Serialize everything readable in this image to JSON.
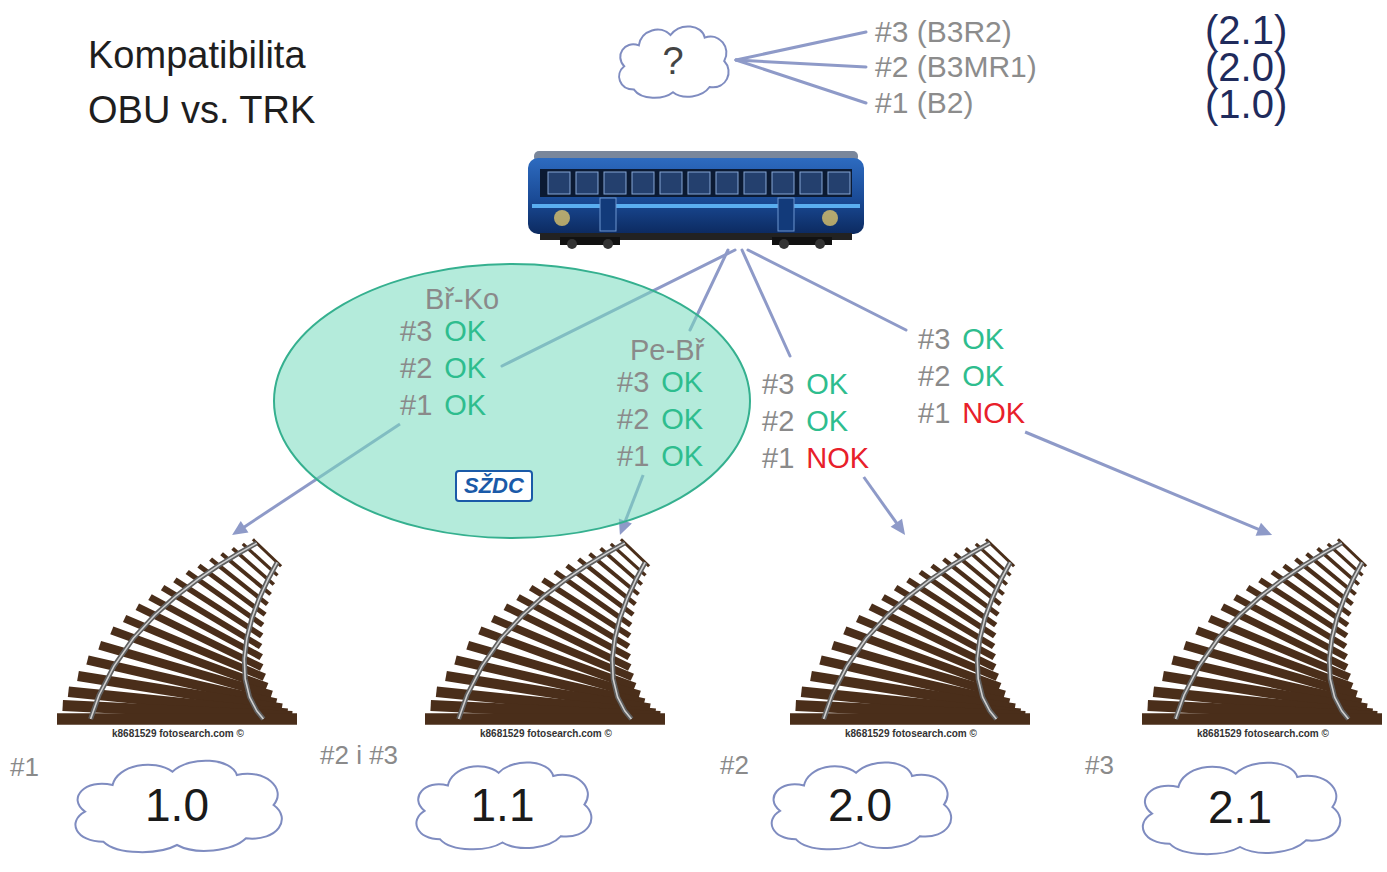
{
  "diagram": {
    "title": "Kompatibilita OBU vs. TRK",
    "nodes": [
      {
        "text": [
          "?"
        ]
      },
      {
        "text": [
          "SŽDC"
        ]
      },
      {
        "text": [
          "Bř-Ko",
          "#3",
          "OK",
          "#2",
          "OK",
          "#1",
          "OK"
        ],
        "in": 1
      },
      {
        "text": [
          "Pe-Bř",
          "#3",
          "OK",
          "#2",
          "OK",
          "#1",
          "OK"
        ],
        "in": 1
      },
      {
        "text": [
          "#3",
          "OK",
          "#2",
          "OK",
          "#1",
          "NOK"
        ]
      },
      {
        "text": [
          "#3",
          "OK",
          "#2",
          "OK",
          "#1",
          "NOK"
        ]
      },
      {
        "text": [
          "#1",
          "1.0"
        ]
      },
      {
        "text": [
          "#2 i #3",
          "1.1"
        ]
      },
      {
        "text": [
          "#2",
          "2.0"
        ]
      },
      {
        "text": [
          "#3",
          "2.1"
        ]
      }
    ],
    "edges": [
      {
        "from": 2,
        "to": 6,
        "arrow": "to"
      },
      {
        "from": 3,
        "to": 7,
        "arrow": "to"
      },
      {
        "from": 4,
        "to": 8,
        "arrow": "to"
      },
      {
        "from": 5,
        "to": 9,
        "arrow": "to"
      }
    ],
    "labels": [
      "#3 (B3R2)",
      "(2.1)",
      "#2 (B3MR1)",
      "(2.0)",
      "#1 (B2)",
      "(1.0)",
      "k8681529 fotosearch.com ©",
      "k8681529 fotosearch.com ©",
      "k8681529 fotosearch.com ©",
      "k8681529 fotosearch.com ©"
    ]
  }
}
